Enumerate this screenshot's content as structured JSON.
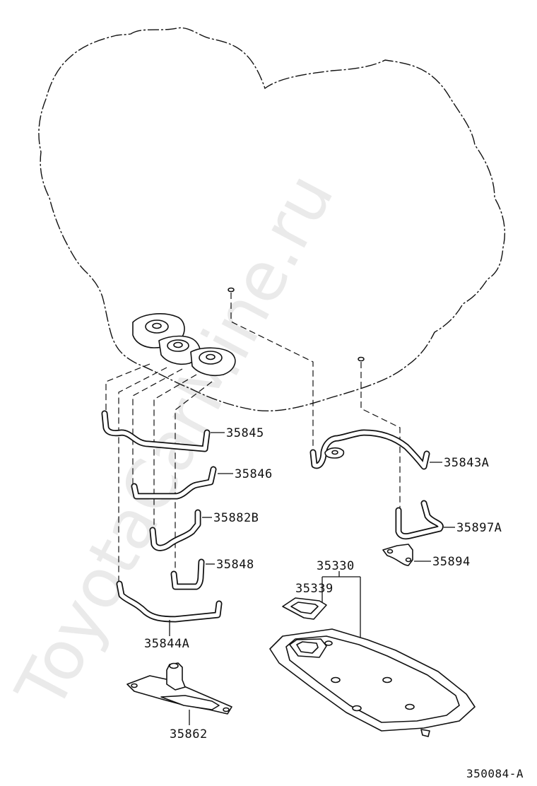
{
  "watermark": "ToyotaCarMine.ru",
  "figure_id": "350084-A",
  "parts": {
    "p35845": "35845",
    "p35846": "35846",
    "p35882b": "35882B",
    "p35848": "35848",
    "p35844a": "35844A",
    "p35862": "35862",
    "p35843a": "35843A",
    "p35897a": "35897A",
    "p35894": "35894",
    "p35330": "35330",
    "p35339": "35339"
  }
}
